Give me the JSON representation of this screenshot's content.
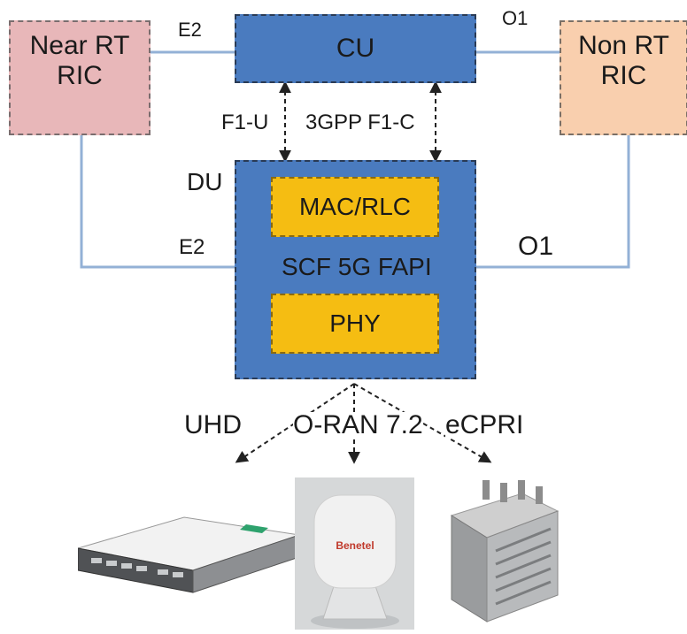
{
  "nodes": {
    "near_rt_ric": "Near RT\nRIC",
    "cu": "CU",
    "non_rt_ric": "Non RT\nRIC",
    "du": "DU",
    "mac_rlc": "MAC/RLC",
    "phy": "PHY"
  },
  "links": {
    "e2_top": "E2",
    "o1_top": "O1",
    "f1u": "F1-U",
    "f1c": "3GPP F1-C",
    "e2_side": "E2",
    "o1_side": "O1",
    "fapi": "SCF 5G FAPI",
    "uhd": "UHD",
    "oran": "O-RAN 7.2",
    "ecpri": "eCPRI"
  },
  "devices": {
    "radio_logo": "Benetel"
  },
  "colors": {
    "blue": "#4a7bbf",
    "yellow": "#f5bd12",
    "pink": "#e8b7b9",
    "peach": "#f9cfae",
    "line": "#93b1d6"
  }
}
